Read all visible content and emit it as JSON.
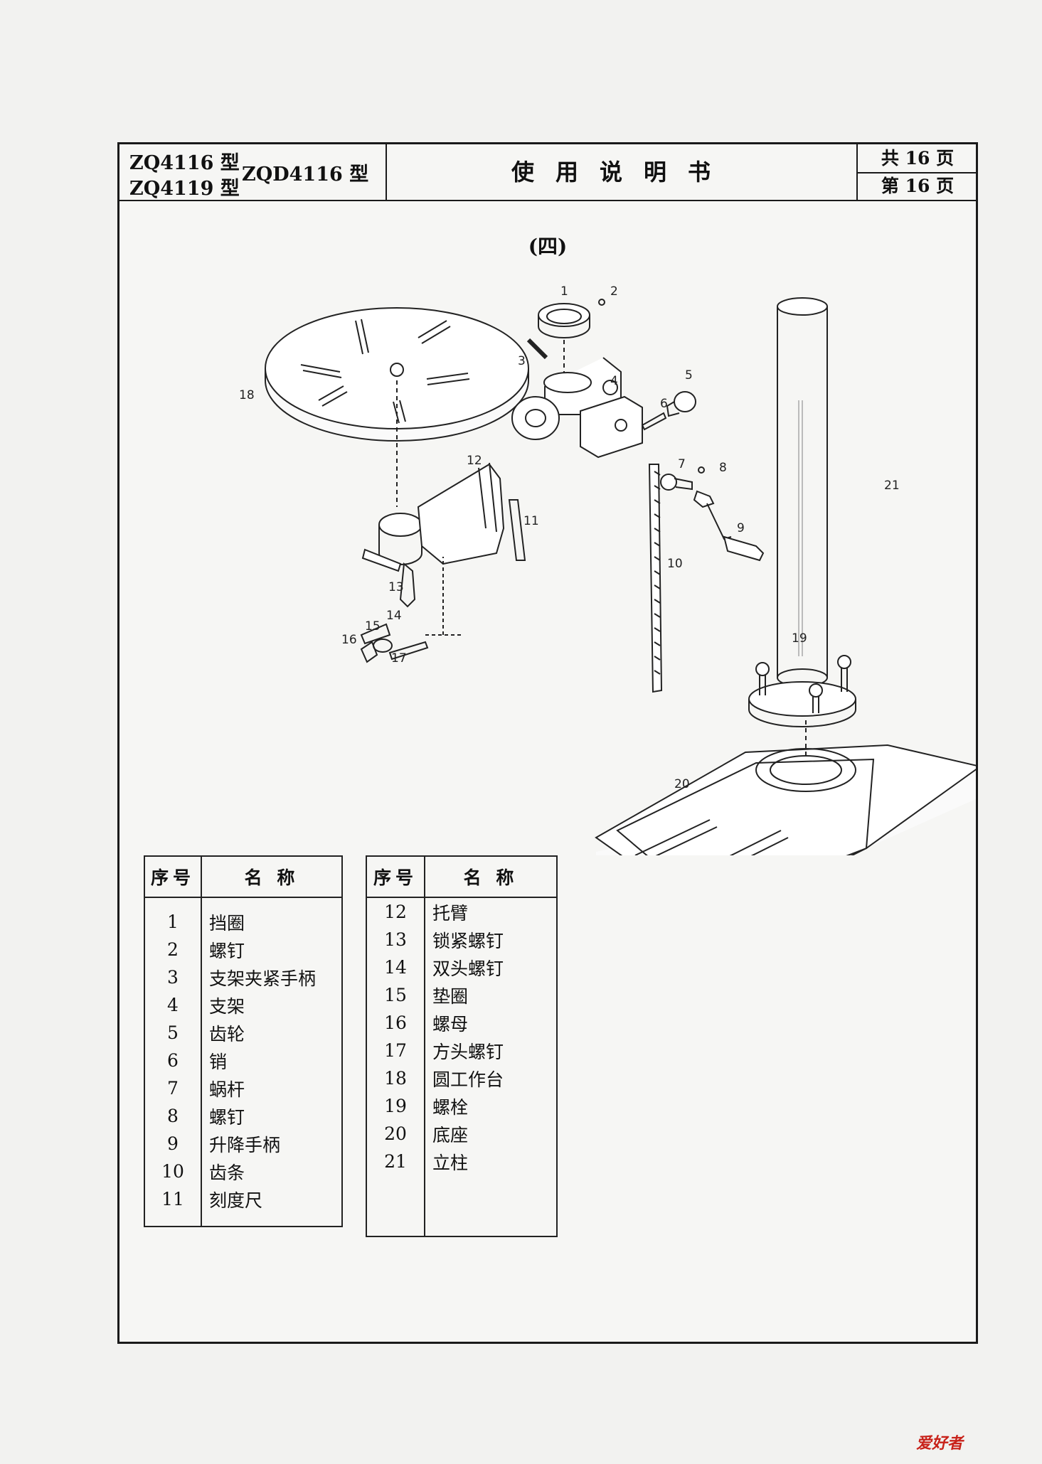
{
  "header": {
    "model_1": "ZQ4116 型",
    "model_2": "ZQ4119 型",
    "model_3": "ZQD4116 型",
    "title": "使用说明书",
    "total_pages": "共 16 页",
    "page_no": "第 16 页"
  },
  "section_title": "(四)",
  "diagram_labels": [
    "1",
    "2",
    "3",
    "4",
    "5",
    "6",
    "7",
    "8",
    "9",
    "10",
    "11",
    "12",
    "13",
    "14",
    "15",
    "16",
    "17",
    "18",
    "19",
    "20",
    "21"
  ],
  "table_headers": {
    "no": "序号",
    "name": "名 称"
  },
  "parts_table_1": [
    {
      "no": "1",
      "name": "挡圈"
    },
    {
      "no": "2",
      "name": "螺钉"
    },
    {
      "no": "3",
      "name": "支架夹紧手柄"
    },
    {
      "no": "4",
      "name": "支架"
    },
    {
      "no": "5",
      "name": "齿轮"
    },
    {
      "no": "6",
      "name": "销"
    },
    {
      "no": "7",
      "name": "蜗杆"
    },
    {
      "no": "8",
      "name": "螺钉"
    },
    {
      "no": "9",
      "name": "升降手柄"
    },
    {
      "no": "10",
      "name": "齿条"
    },
    {
      "no": "11",
      "name": "刻度尺"
    }
  ],
  "parts_table_2": [
    {
      "no": "12",
      "name": "托臂"
    },
    {
      "no": "13",
      "name": "锁紧螺钉"
    },
    {
      "no": "14",
      "name": "双头螺钉"
    },
    {
      "no": "15",
      "name": "垫圈"
    },
    {
      "no": "16",
      "name": "螺母"
    },
    {
      "no": "17",
      "name": "方头螺钉"
    },
    {
      "no": "18",
      "name": "圆工作台"
    },
    {
      "no": "19",
      "name": "螺栓"
    },
    {
      "no": "20",
      "name": "底座"
    },
    {
      "no": "21",
      "name": "立柱"
    }
  ],
  "watermark": "爱好者"
}
